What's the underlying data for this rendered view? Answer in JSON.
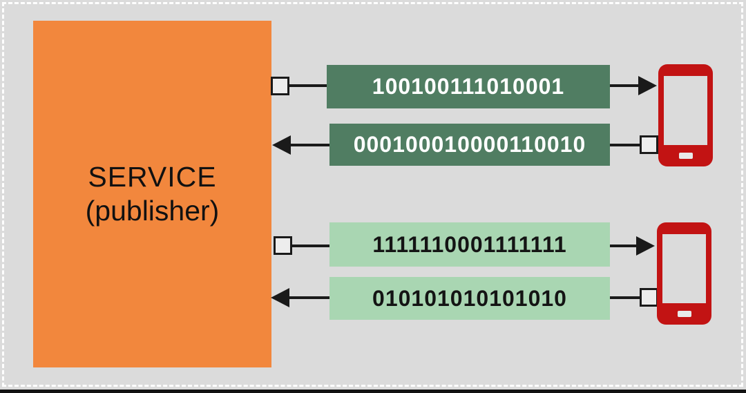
{
  "service": {
    "title": "SERVICE",
    "subtitle": "(publisher)"
  },
  "messages": [
    {
      "text": "100100111010001",
      "direction": "service-to-subscriber-1",
      "theme": "dark-green"
    },
    {
      "text": "000100010000110010",
      "direction": "subscriber-1-to-service",
      "theme": "dark-green"
    },
    {
      "text": "1111110001111111",
      "direction": "service-to-subscriber-2",
      "theme": "light-green"
    },
    {
      "text": "010101010101010",
      "direction": "subscriber-2-to-service",
      "theme": "light-green"
    }
  ],
  "subscribers": [
    {
      "icon": "smartphone-icon"
    },
    {
      "icon": "smartphone-icon"
    }
  ],
  "colors": {
    "background": "#DBDBDB",
    "service_fill": "#F2873D",
    "stream_dark_green": "#507D62",
    "stream_light_green": "#A9D6B2",
    "phone_red": "#C21313",
    "line_black": "#1A1A1A",
    "dashed_border": "#FFFFFF"
  }
}
